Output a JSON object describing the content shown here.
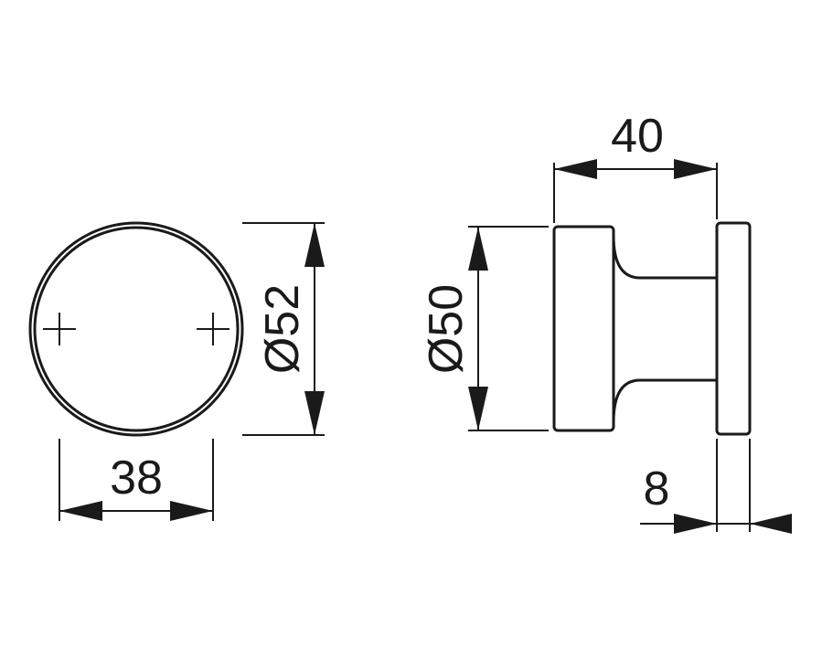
{
  "front_view": {
    "width_label": "38",
    "diameter_label": "Ø52"
  },
  "side_view": {
    "length_label": "40",
    "diameter_label": "Ø50",
    "rose_thickness_label": "8"
  },
  "colors": {
    "line": "#1a1a1a",
    "background": "#ffffff"
  }
}
